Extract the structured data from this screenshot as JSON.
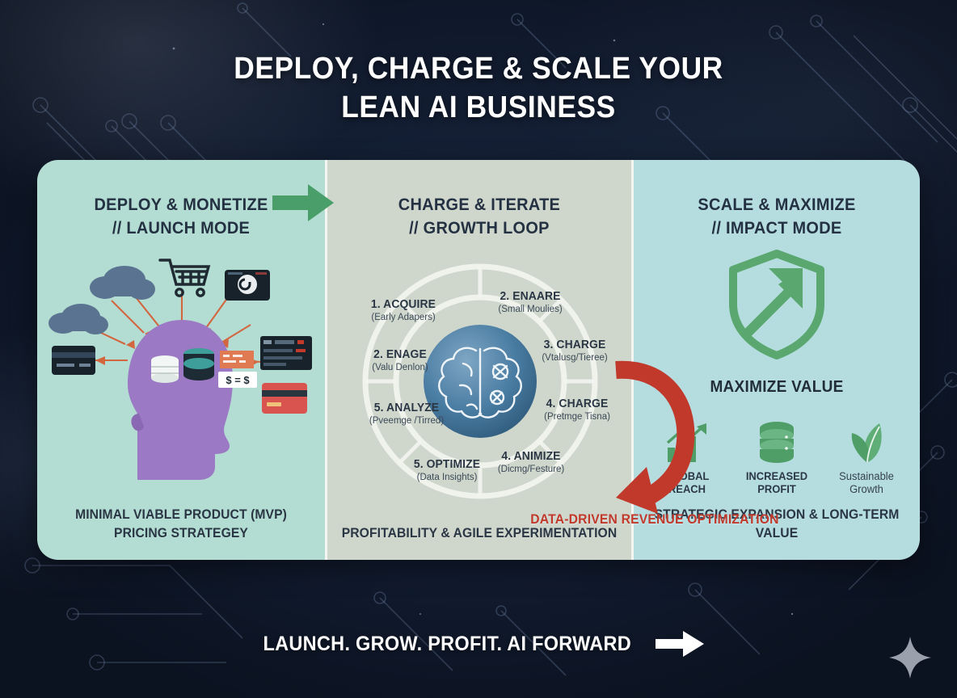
{
  "title": {
    "line1": "DEPLOY, CHARGE & SCALE YOUR",
    "line2": "LEAN AI BUSINESS"
  },
  "panels": {
    "left": {
      "heading": "DEPLOY & MONETIZE",
      "subheading": "// LAUNCH MODE",
      "footer_line1": "MINIMAL VIABLE PRODUCT (MVP)",
      "footer_line2": "PRICING STRATEGEY",
      "icons": [
        "cloud-icon",
        "cloud-icon",
        "shopping-cart-icon",
        "payment-terminal-icon",
        "credit-card-icon",
        "credit-card-icon",
        "server-rack-icon",
        "database-icon",
        "head-silhouette-icon"
      ]
    },
    "middle": {
      "heading": "CHARGE & ITERATE",
      "subheading": "// GROWTH LOOP",
      "footer": "PROFITABILITY & AGILE EXPERIMENTATION",
      "center_icon": "brain-icon",
      "segments": [
        {
          "title": "1. ACQUIRE",
          "sub": "(Early Adapers)"
        },
        {
          "title": "2. ENAARE",
          "sub": "(Small Moulies)"
        },
        {
          "title": "3. CHARGE",
          "sub": "(Vtalusg/Tieree)"
        },
        {
          "title": "4. CHARGE",
          "sub": "(Pretmge Tisna)"
        },
        {
          "title": "4. ANIMIZE",
          "sub": "(Dicmg/Festure)"
        },
        {
          "title": "5. OPTIMIZE",
          "sub": "(Data Insights)"
        },
        {
          "title": "5. ANALYZE",
          "sub": "(Pveemge /Tirred)"
        },
        {
          "title": "2. ENAGE",
          "sub": "(Valu Denlon)"
        }
      ]
    },
    "right": {
      "heading": "SCALE & MAXIMIZE",
      "subheading": "// IMPACT MODE",
      "shield_icon": "shield-growth-arrow-icon",
      "maximize_label": "MAXIMIZE VALUE",
      "footer": "STRATEGIC EXPANSION & LONG-TERM VALUE",
      "benefits": [
        {
          "icon": "bar-chart-growth-icon",
          "label_line1": "GLOBAL REACH",
          "label_line2": ""
        },
        {
          "icon": "coin-stack-icon",
          "label_line1": "INCREASED",
          "label_line2": "PROFIT"
        },
        {
          "icon": "leaf-icon",
          "label_line1": "Sustainable",
          "label_line2": "Growth"
        }
      ]
    }
  },
  "red_arrow_caption": "DATA-DRIVEN REVENUE OPTIMIZATION",
  "footer": {
    "text": "LAUNCH. GROW. PROFIT. AI FORWARD",
    "arrow_icon": "arrow-right-icon",
    "sparkle_icon": "sparkle-icon"
  },
  "colors": {
    "background": "#131e33",
    "panel_left": "#b3ddd2",
    "panel_mid": "#cfd7cd",
    "panel_right": "#b5dde0",
    "green_arrow": "#4a9e6a",
    "red_arrow": "#c0392b",
    "accent_green": "#5aa870",
    "head_purple": "#9b79c4",
    "title_text": "#ffffff",
    "heading_text": "#243142"
  }
}
